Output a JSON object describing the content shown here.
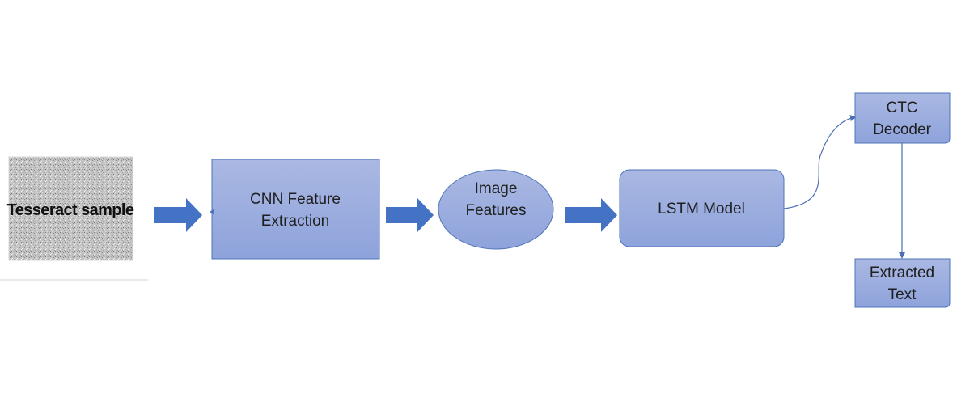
{
  "input_image": {
    "text": "Tesseract sample"
  },
  "nodes": {
    "cnn": {
      "line1": "CNN Feature",
      "line2": "Extraction"
    },
    "features": {
      "line1": "Image",
      "line2": "Features"
    },
    "lstm": {
      "label": "LSTM Model"
    },
    "ctc": {
      "line1": "CTC",
      "line2": "Decoder"
    },
    "output": {
      "line1": "Extracted",
      "line2": "Text"
    }
  },
  "colors": {
    "node_fill_top": "#aab8e2",
    "node_fill_bottom": "#8ea3dc",
    "node_stroke": "#4f73b8",
    "block_arrow": "#4472c4",
    "connector": "#4a6fb5"
  }
}
